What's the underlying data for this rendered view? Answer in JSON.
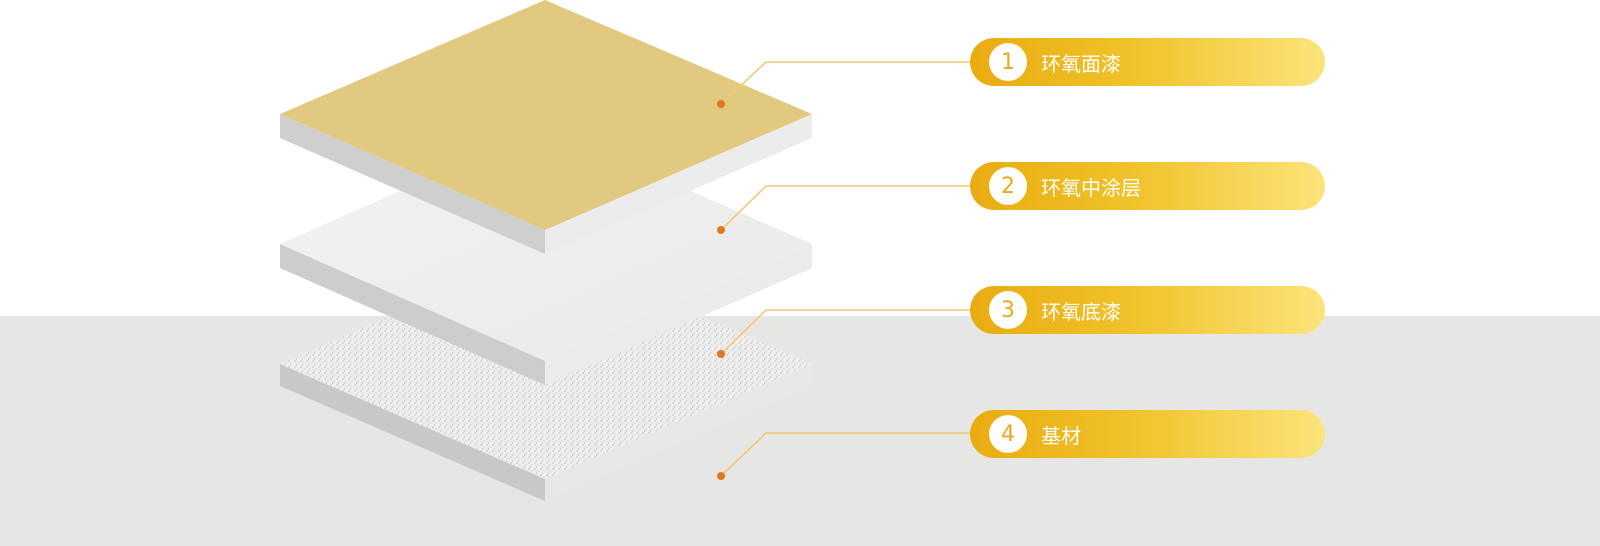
{
  "colors": {
    "accent_start": "#eaab10",
    "accent_end": "#fce47a",
    "leader_line": "#f4c775",
    "marker_dot": "#e3761e",
    "top_coat": "#e1ca80",
    "floor": "#e6e6e5"
  },
  "layers": [
    {
      "number": "1",
      "name": "环氧面漆"
    },
    {
      "number": "2",
      "name": "环氧中涂层"
    },
    {
      "number": "3",
      "name": "环氧底漆"
    },
    {
      "number": "4",
      "name": "基材"
    }
  ]
}
